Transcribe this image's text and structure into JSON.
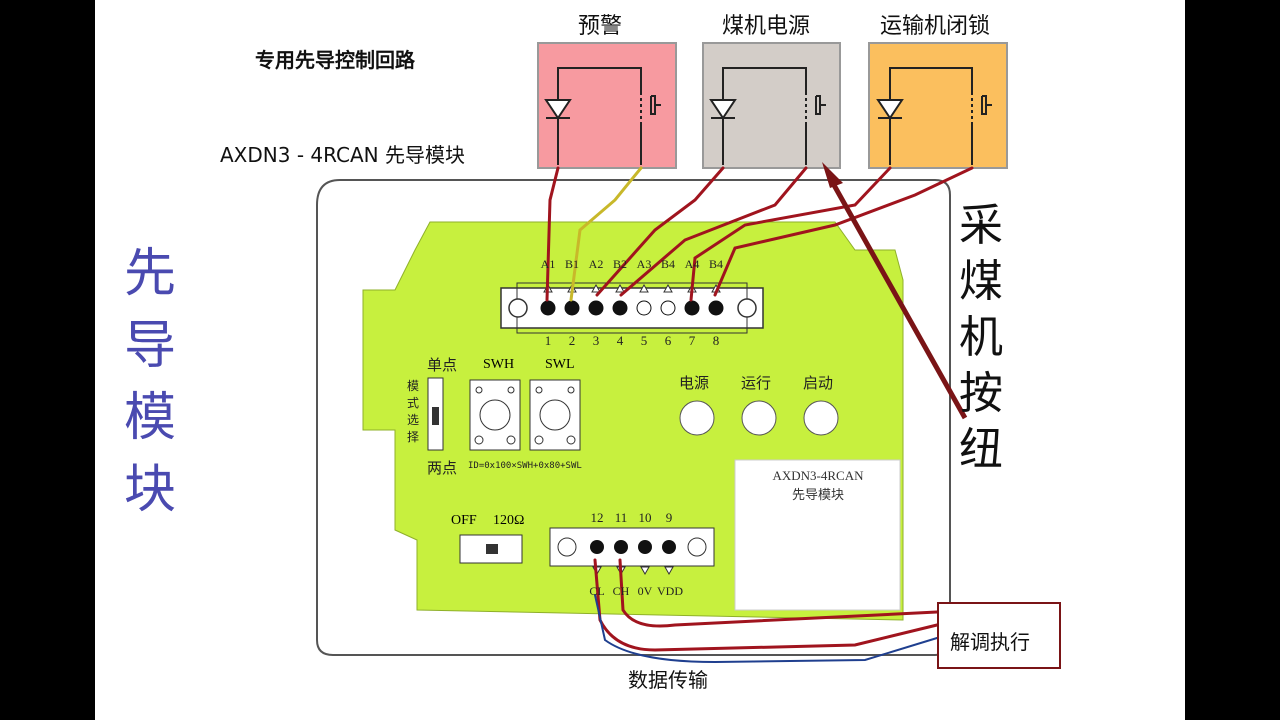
{
  "diagram": {
    "header_title": "专用先导控制回路",
    "module_model": "AXDN3 - 4RCAN 先导模块",
    "side_left": [
      "先",
      "导",
      "模",
      "块"
    ],
    "side_right": [
      "采",
      "煤",
      "机",
      "按",
      "纽"
    ],
    "bottom_label": "数据传输",
    "demod_box": "解调执行",
    "circuits": [
      {
        "label": "预警",
        "color": "#f79aa0"
      },
      {
        "label": "煤机电源",
        "color": "#d3cdc8"
      },
      {
        "label": "运输机闭锁",
        "color": "#fbbf5e"
      }
    ],
    "top_connector": {
      "pin_labels": [
        "A1",
        "B1",
        "A2",
        "B2",
        "A3",
        "B4",
        "A4",
        "B4"
      ],
      "pin_numbers": [
        "1",
        "2",
        "3",
        "4",
        "5",
        "6",
        "7",
        "8"
      ]
    },
    "mode_switch": {
      "top": "单点",
      "side": [
        "模",
        "式",
        "选",
        "择"
      ],
      "bottom": "两点"
    },
    "rotary": {
      "swh": "SWH",
      "swl": "SWL",
      "formula": "ID=0x100×SWH+0x80+SWL"
    },
    "leds": [
      "电源",
      "运行",
      "启动"
    ],
    "module_label": [
      "AXDN3-4RCAN",
      "先导模块"
    ],
    "termination": {
      "off": "OFF",
      "value": "120Ω"
    },
    "bottom_connector": {
      "pin_numbers": [
        "12",
        "11",
        "10",
        "9"
      ],
      "pin_labels": [
        "CL",
        "CH",
        "0V",
        "VDD"
      ]
    },
    "colors": {
      "board": "#c7f03e",
      "wire_red": "#a0141e",
      "wire_yellow": "#c8b82a",
      "side_text": "#4a4ab0"
    }
  }
}
